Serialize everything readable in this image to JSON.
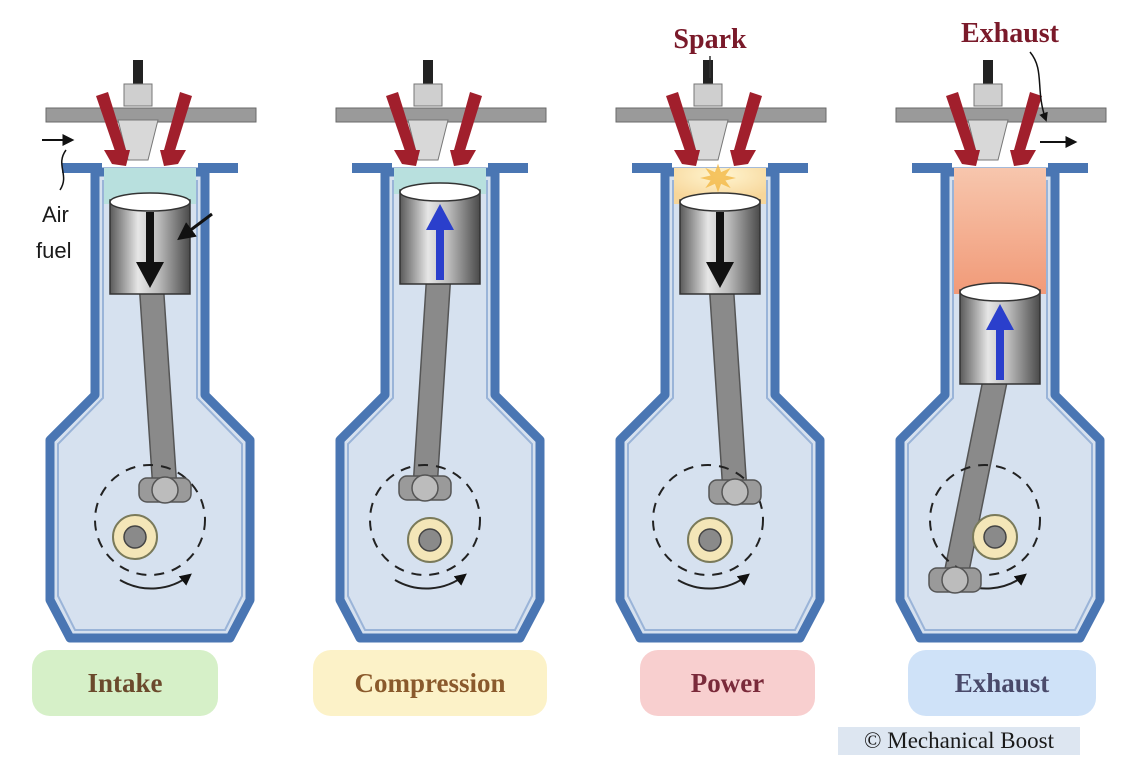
{
  "labels": {
    "spark": "Spark",
    "exhaust_port": "Exhaust",
    "air": "Air",
    "fuel": "fuel"
  },
  "strokes": [
    {
      "label": "Intake",
      "badge_color": "#d6f0c8",
      "text_color": "#6b4a2c",
      "piston": "down",
      "chamber": "mixture"
    },
    {
      "label": "Compression",
      "badge_color": "#fcf2c8",
      "text_color": "#8a5a2c",
      "piston": "up",
      "chamber": "mixture"
    },
    {
      "label": "Power",
      "badge_color": "#f8cfcf",
      "text_color": "#7a2a3a",
      "piston": "down",
      "chamber": "combustion"
    },
    {
      "label": "Exhaust",
      "badge_color": "#cfe2f8",
      "text_color": "#4a4a6a",
      "piston": "up",
      "chamber": "exhaust"
    }
  ],
  "copyright": "© Mechanical Boost",
  "colors": {
    "wall": "#4a76b3",
    "wall_fill": "#d6e1ef",
    "valve": "#a11f2c",
    "piston_metal": "#8a8a8a",
    "arrow_up": "#2a3fcc",
    "arrow_down": "#111111",
    "mixture": "#b8e0de",
    "exhaust_gas": "#f4a585"
  }
}
